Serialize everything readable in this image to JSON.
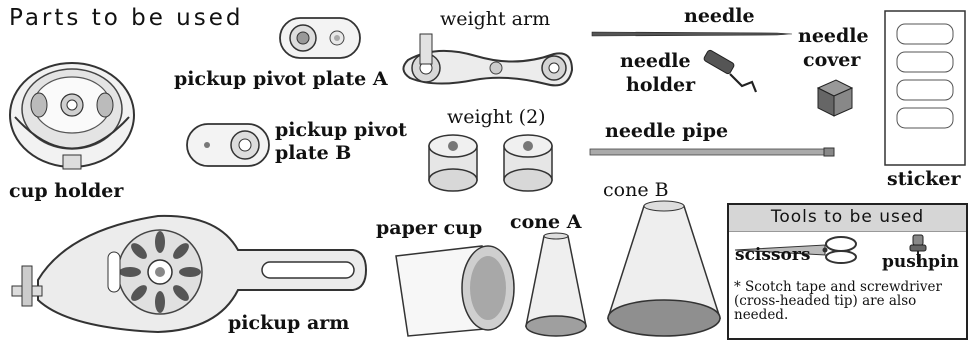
{
  "title": "Parts to be used",
  "labels": {
    "weight_arm": "weight arm",
    "needle": "needle",
    "needle_cover_1": "needle",
    "needle_cover_2": "cover",
    "pivot_a": "pickup pivot plate A",
    "needle_holder_1": "needle",
    "needle_holder_2": "holder",
    "weight": "weight (2)",
    "pivot_b_1": "pickup pivot",
    "pivot_b_2": "plate B",
    "needle_pipe": "needle pipe",
    "sticker": "sticker",
    "cup_holder": "cup holder",
    "cone_b": "cone B",
    "paper_cup": "paper cup",
    "cone_a": "cone A",
    "pickup_arm": "pickup arm"
  },
  "tools": {
    "title": "Tools to be used",
    "scissors": "scissors",
    "pushpin": "pushpin",
    "note": "* Scotch tape and screwdriver (cross-headed tip) are also needed."
  }
}
